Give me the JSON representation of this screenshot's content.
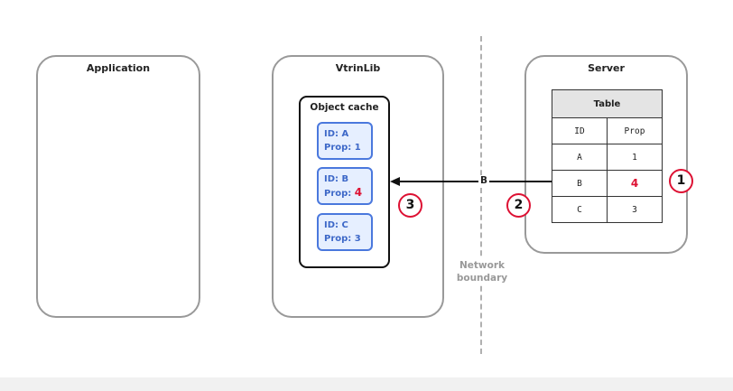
{
  "panels": {
    "application": "Application",
    "vtrinlib": "VtrinLib",
    "server": "Server"
  },
  "cache": {
    "title": "Object cache",
    "objects": [
      {
        "id_line": "ID: A",
        "prop_label": "Prop:",
        "prop_value": "1"
      },
      {
        "id_line": "ID: B",
        "prop_label": "Prop:",
        "prop_value": "4"
      },
      {
        "id_line": "ID: C",
        "prop_label": "Prop:",
        "prop_value": "3"
      }
    ]
  },
  "network": {
    "label_line1": "Network",
    "label_line2": "boundary"
  },
  "table": {
    "title": "Table",
    "headers": [
      "ID",
      "Prop"
    ],
    "rows": [
      [
        "A",
        "1"
      ],
      [
        "B",
        "4"
      ],
      [
        "C",
        "3"
      ]
    ]
  },
  "arrow_label": "B",
  "steps": [
    "1",
    "2",
    "3"
  ],
  "colors": {
    "highlight": "#dd1133",
    "object_border": "#4a78dd",
    "object_fill": "#e6efff",
    "panel_border": "#999999"
  }
}
